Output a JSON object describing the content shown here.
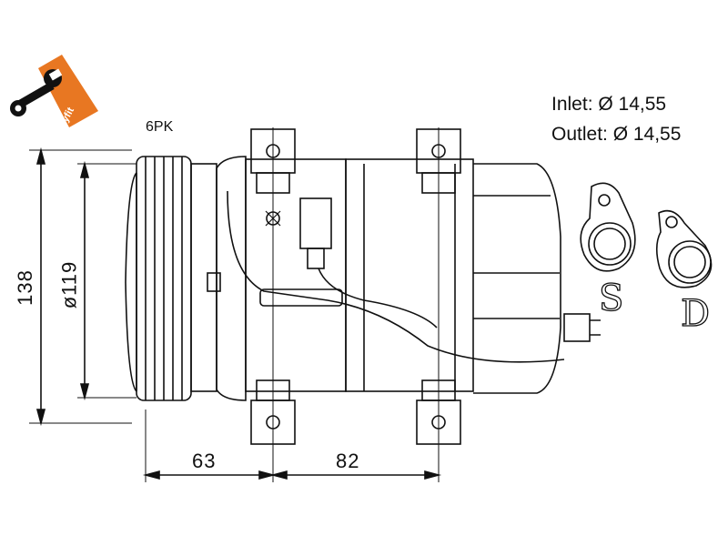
{
  "logo": {
    "text": "easyfit",
    "icon": "wrench-icon",
    "color": "#e87722"
  },
  "specs": {
    "inlet": "Inlet: Ø 14,55",
    "outlet": "Outlet: Ø 14,55"
  },
  "belt_label": "6PK",
  "dimensions": {
    "height": "138",
    "pulley_diameter": "ø119",
    "offset": "63",
    "mount_spacing": "82"
  },
  "port_labels": {
    "suction": "S",
    "discharge": "D"
  }
}
